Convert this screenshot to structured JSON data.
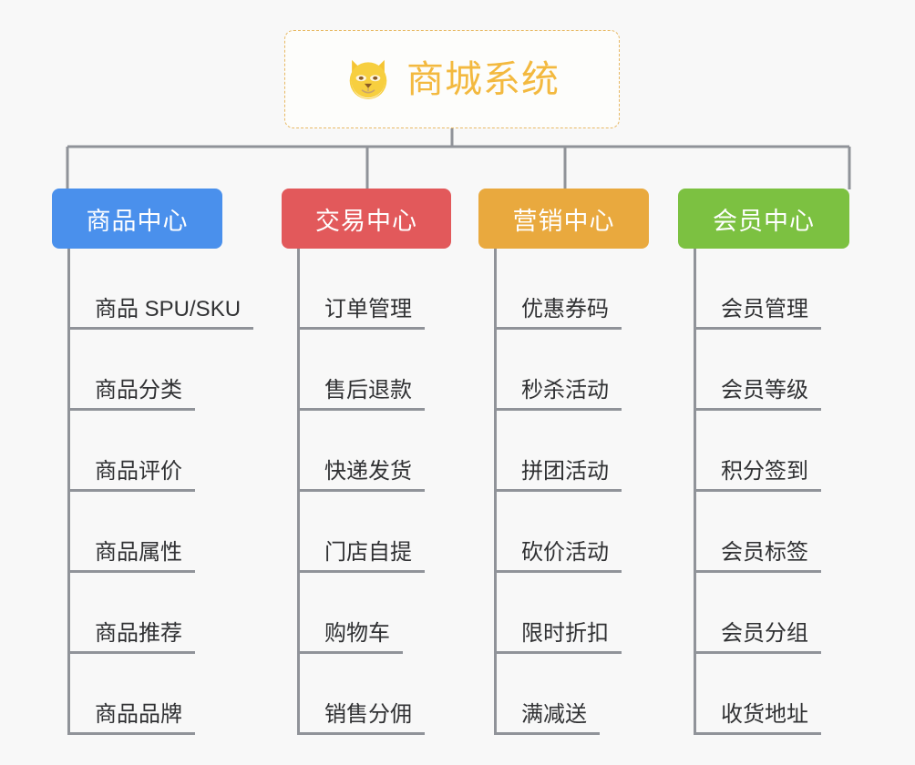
{
  "root": {
    "title": "商城系统",
    "icon": "shiba-dog-emoji",
    "border_color": "#e8b964",
    "text_color": "#f3b93f"
  },
  "canvas": {
    "background": "#f8f8f8",
    "connector_color": "#909399"
  },
  "branches": [
    {
      "label": "商品中心",
      "color": "#4a90ec",
      "items": [
        "商品 SPU/SKU",
        "商品分类",
        "商品评价",
        "商品属性",
        "商品推荐",
        "商品品牌"
      ]
    },
    {
      "label": "交易中心",
      "color": "#e2595b",
      "items": [
        "订单管理",
        "售后退款",
        "快递发货",
        "门店自提",
        "购物车",
        "销售分佣"
      ]
    },
    {
      "label": "营销中心",
      "color": "#e9a93e",
      "items": [
        "优惠券码",
        "秒杀活动",
        "拼团活动",
        "砍价活动",
        "限时折扣",
        "满减送"
      ]
    },
    {
      "label": "会员中心",
      "color": "#7cc141",
      "items": [
        "会员管理",
        "会员等级",
        "积分签到",
        "会员标签",
        "会员分组",
        "收货地址"
      ]
    }
  ]
}
